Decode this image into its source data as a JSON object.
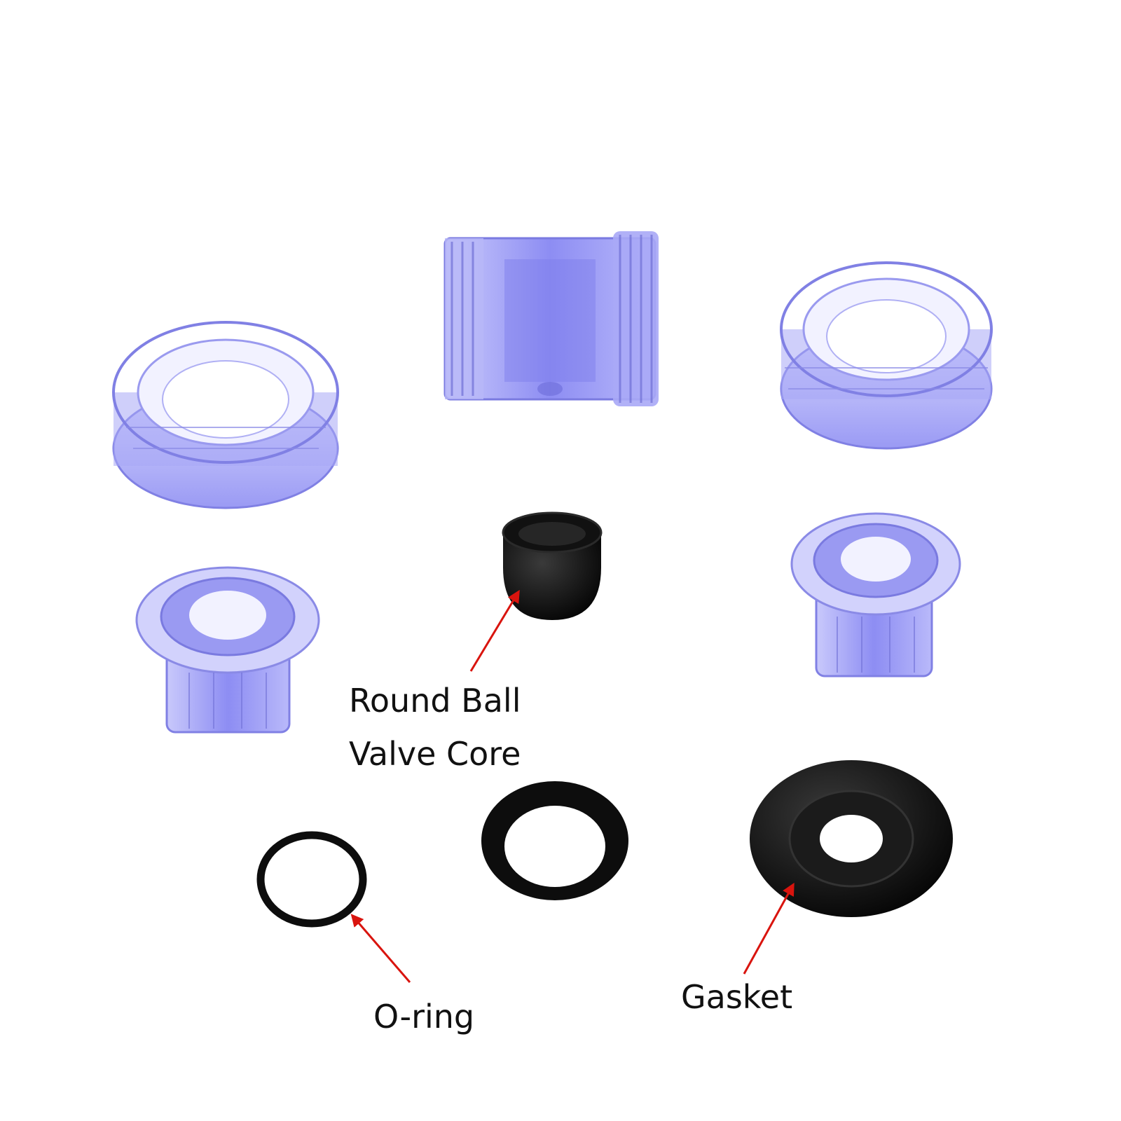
{
  "labels": {
    "valve_core_line1": "Round Ball",
    "valve_core_line2": "Valve Core",
    "oring": "O-ring",
    "gasket": "Gasket"
  },
  "colors": {
    "background": "#ffffff",
    "arrow": "#d9140e",
    "clear_plastic": "#8c8cf5",
    "rubber": "#0d0d0d",
    "text": "#111111"
  }
}
